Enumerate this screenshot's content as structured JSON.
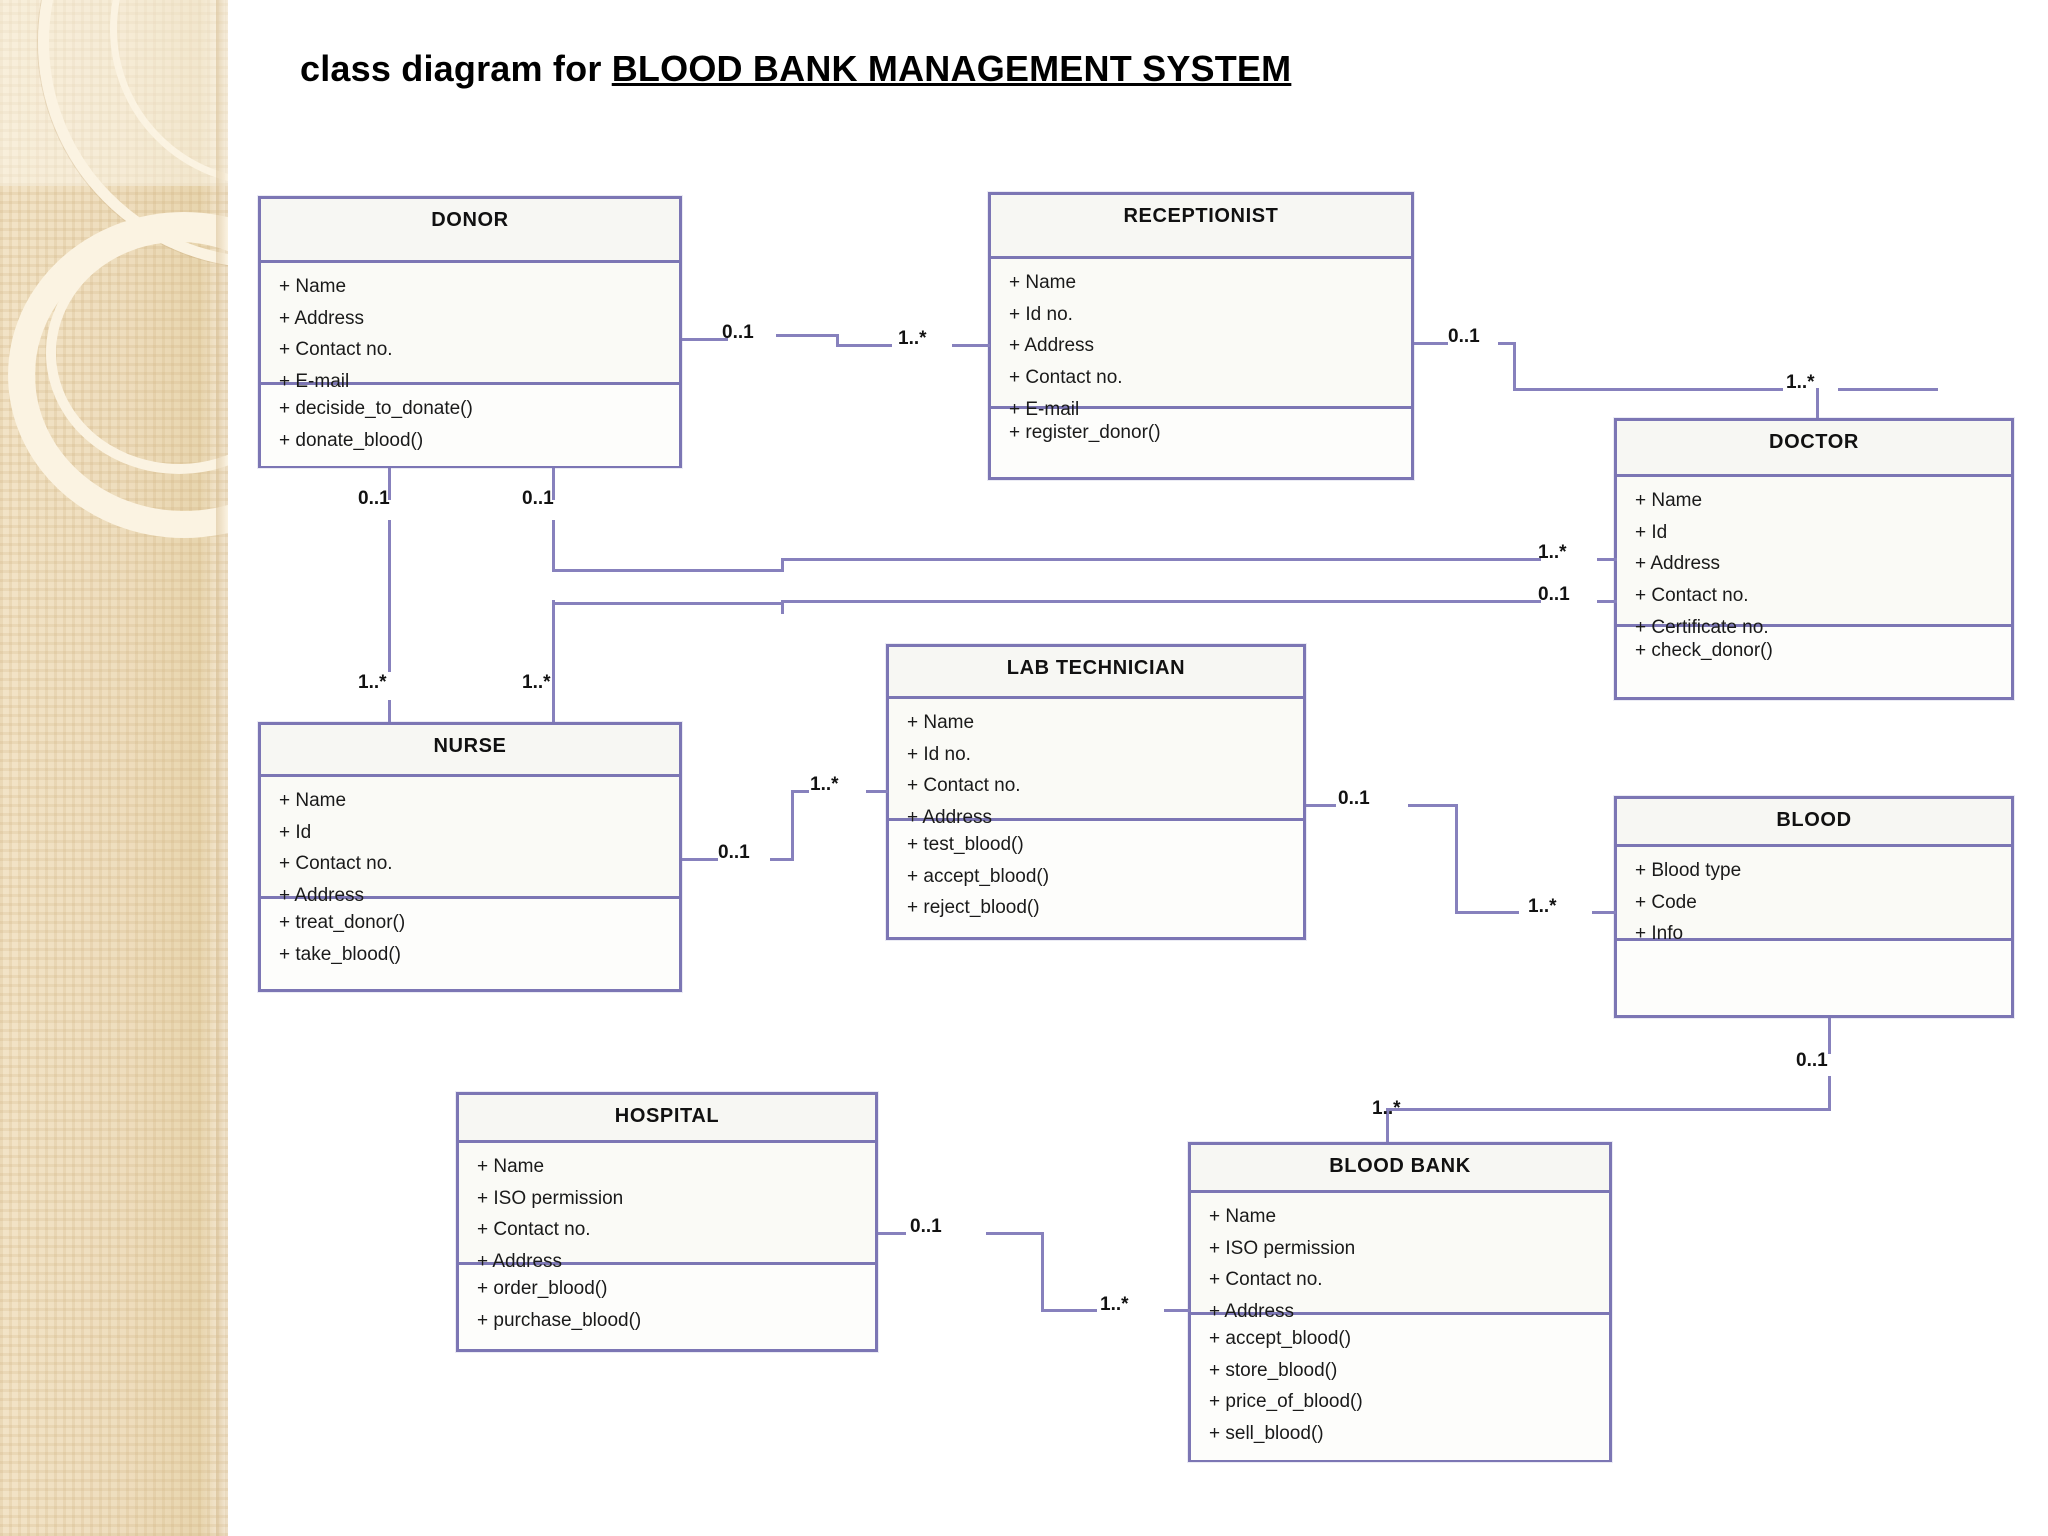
{
  "title": {
    "prefix": "class diagram for ",
    "emphasis": "BLOOD BANK MANAGEMENT SYSTEM"
  },
  "classes": {
    "donor": {
      "name": "DONOR",
      "attributes": [
        "+ Name",
        "+ Address",
        "+ Contact no.",
        "+ E-mail"
      ],
      "operations": [
        "+ deciside_to_donate()",
        "+ donate_blood()"
      ]
    },
    "receptionist": {
      "name": "RECEPTIONIST",
      "attributes": [
        "+ Name",
        "+ Id no.",
        "+ Address",
        "+ Contact no.",
        "+ E-mail"
      ],
      "operations": [
        "+ register_donor()"
      ]
    },
    "doctor": {
      "name": "DOCTOR",
      "attributes": [
        "+ Name",
        "+ Id",
        "+ Address",
        "+ Contact no.",
        "+ Certificate no."
      ],
      "operations": [
        "+ check_donor()"
      ]
    },
    "nurse": {
      "name": "NURSE",
      "attributes": [
        "+ Name",
        "+ Id",
        "+ Contact no.",
        "+ Address"
      ],
      "operations": [
        "+ treat_donor()",
        "+ take_blood()"
      ]
    },
    "lab_technician": {
      "name": "LAB TECHNICIAN",
      "attributes": [
        "+ Name",
        "+ Id no.",
        "+ Contact no.",
        "+ Address"
      ],
      "operations": [
        "+ test_blood()",
        "+ accept_blood()",
        "+ reject_blood()"
      ]
    },
    "blood": {
      "name": "BLOOD",
      "attributes": [
        "+ Blood type",
        "+ Code",
        "+ Info"
      ],
      "operations": []
    },
    "hospital": {
      "name": "HOSPITAL",
      "attributes": [
        "+ Name",
        "+ ISO permission",
        "+ Contact no.",
        "+ Address"
      ],
      "operations": [
        "+ order_blood()",
        "+ purchase_blood()"
      ]
    },
    "blood_bank": {
      "name": "BLOOD BANK",
      "attributes": [
        "+ Name",
        "+ ISO permission",
        "+ Contact no.",
        "+ Address"
      ],
      "operations": [
        "+ accept_blood()",
        "+ store_blood()",
        "+ price_of_blood()",
        "+ sell_blood()"
      ]
    }
  },
  "multiplicities": {
    "donor_to_receptionist_near_donor": "0..1",
    "donor_to_receptionist_near_receptionist": "1..*",
    "receptionist_to_doctor_near_receptionist": "0..1",
    "receptionist_to_doctor_near_doctor": "1..*",
    "donor_to_nurse_near_donor": "0..1",
    "donor_to_nurse_near_nurse": "1..*",
    "donor_to_doctor_near_donor": "0..1",
    "donor_to_doctor_near_doctor_branch": "1..*",
    "doctor_left_upper": "1..*",
    "doctor_left_lower": "0..1",
    "nurse_to_lab_near_nurse": "0..1",
    "nurse_to_lab_near_lab": "1..*",
    "lab_to_blood_near_lab": "0..1",
    "lab_to_blood_near_blood": "1..*",
    "blood_to_bank_near_blood": "0..1",
    "blood_to_bank_near_bank": "1..*",
    "hospital_to_bank_near_hospital": "0..1",
    "hospital_to_bank_near_bank": "1..*"
  },
  "colors": {
    "class_border": "#7c76b4",
    "connector": "#8781bd",
    "class_header_fill": "#f7f7f3",
    "canvas": "#ffffff",
    "side_band": "#eeddbd"
  }
}
